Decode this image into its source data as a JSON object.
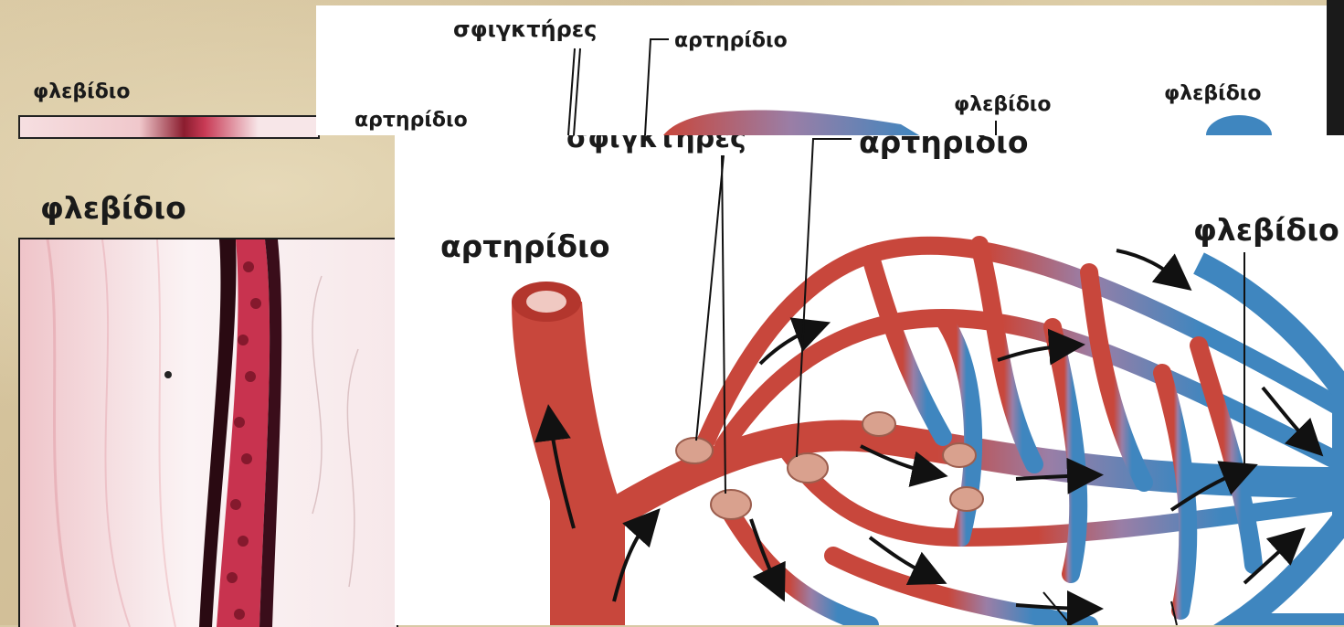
{
  "back_slide": {
    "labels": {
      "venule_left": "φλεβίδιο",
      "sphincters": "σφιγκτήρες",
      "arteriole_top": "αρτηρίδιο",
      "arteriole_left": "αρτηρίδιο",
      "venule_mid": "φλεβίδιο",
      "venule_right": "φλεβίδιο"
    }
  },
  "front_slide": {
    "labels": {
      "venule_left": "φλεβίδιο",
      "sphincters": "σφιγκτήρες",
      "arteriole_top": "αρτηρίδιο",
      "arteriole_left": "αρτηρίδιο",
      "venule_right": "φλεβίδιο"
    }
  },
  "colors": {
    "artery": "#c8473c",
    "vein": "#3f86bf",
    "transition": "#9a7ea6",
    "sphincter": "#d9a18e",
    "tissue": "#f3d5d8",
    "stain": "#c2324f"
  }
}
